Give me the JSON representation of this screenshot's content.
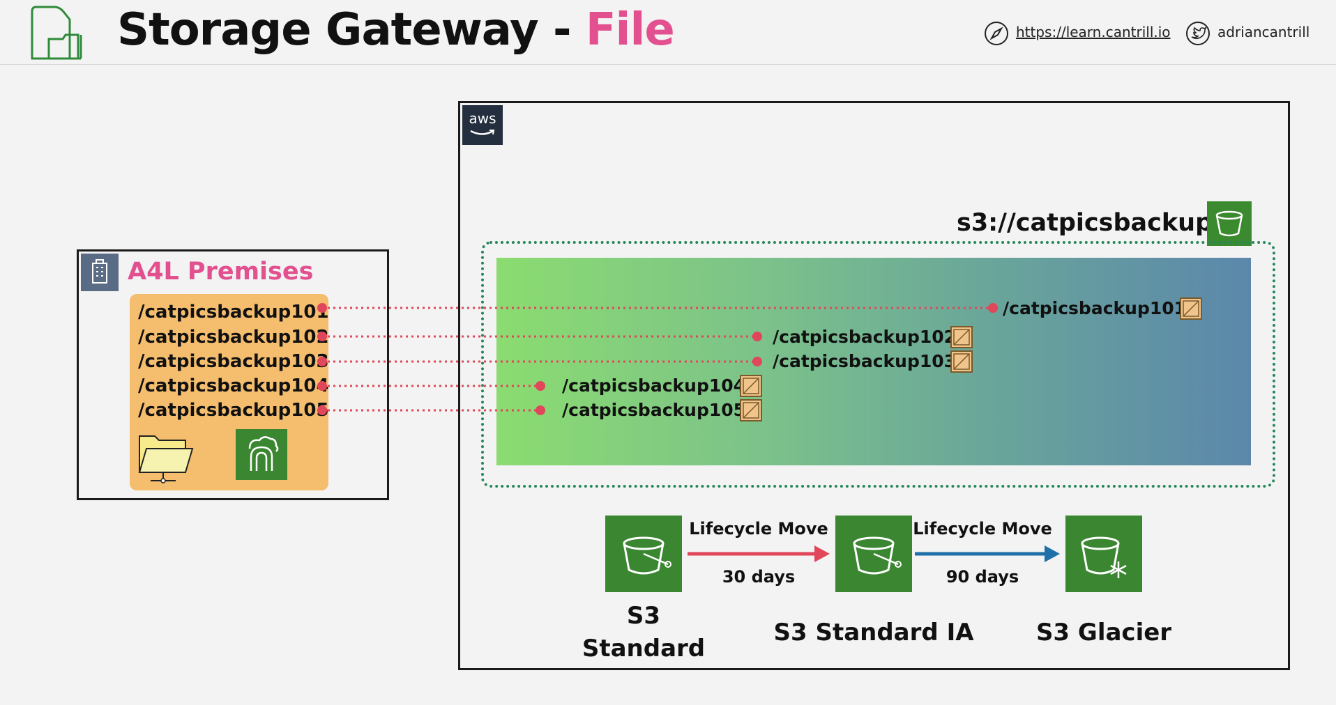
{
  "header": {
    "title_main": "Storage Gateway - ",
    "title_highlight": "File",
    "website": "https://learn.cantrill.io",
    "twitter": "adriancantrill"
  },
  "premises": {
    "title": "A4L Premises",
    "items": [
      "/catpicsbackup101",
      "/catpicsbackup102",
      "/catpicsbackup103",
      "/catpicsbackup104",
      "/catpicsbackup105"
    ]
  },
  "aws": {
    "logo_text": "aws",
    "bucket": "s3://catpicsbackups",
    "objects": [
      "/catpicsbackup101",
      "/catpicsbackup102",
      "/catpicsbackup103",
      "/catpicsbackup104",
      "/catpicsbackup105"
    ]
  },
  "lifecycle": {
    "classes": [
      {
        "line1": "S3",
        "line2": "Standard"
      },
      {
        "line1": "S3 Standard IA"
      },
      {
        "line1": "S3 Glacier"
      }
    ],
    "transitions": [
      {
        "label": "Lifecycle Move",
        "days": "30 days"
      },
      {
        "label": "Lifecycle Move",
        "days": "90 days"
      }
    ]
  },
  "colors": {
    "accent_pink": "#e2508f",
    "connector_red": "#e0475a",
    "arrow_blue": "#1f6fa8",
    "aws_green": "#3b8731",
    "premises_orange": "#f5bd6e"
  },
  "icons": {
    "header_logo": "storage-gateway-logo-icon",
    "website": "compass-icon",
    "twitter": "twitter-icon",
    "premises": "building-icon",
    "share": "network-folder-icon",
    "gateway": "storage-gateway-icon",
    "object": "s3-object-icon",
    "bucket": "s3-bucket-icon",
    "glacier": "s3-glacier-icon"
  }
}
